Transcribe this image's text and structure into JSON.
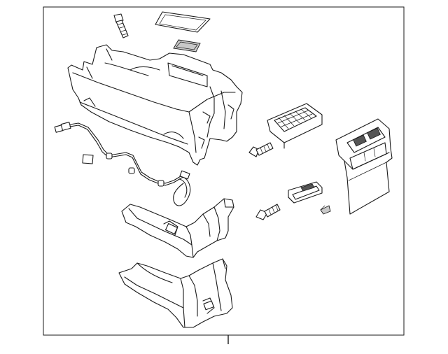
{
  "diagram": {
    "parts": [
      {
        "id": "console-base",
        "icon": "center-console-base"
      },
      {
        "id": "top-cover",
        "icon": "cover-panel"
      },
      {
        "id": "top-bolt",
        "icon": "bolt-icon"
      },
      {
        "id": "lid-pad",
        "icon": "pad-icon"
      },
      {
        "id": "wire-harness",
        "icon": "wire-harness-icon"
      },
      {
        "id": "label-tag",
        "icon": "tag-icon"
      },
      {
        "id": "air-vent",
        "icon": "vent-grille-icon"
      },
      {
        "id": "mid-bolt",
        "icon": "bolt-icon"
      },
      {
        "id": "lower-bolt",
        "icon": "bolt-icon"
      },
      {
        "id": "rear-panel",
        "icon": "rear-panel-icon"
      },
      {
        "id": "switch",
        "icon": "switch-icon"
      },
      {
        "id": "clip",
        "icon": "clip-icon"
      },
      {
        "id": "upper-bracket",
        "icon": "bracket-icon"
      },
      {
        "id": "lower-bracket",
        "icon": "bracket-icon"
      }
    ]
  }
}
